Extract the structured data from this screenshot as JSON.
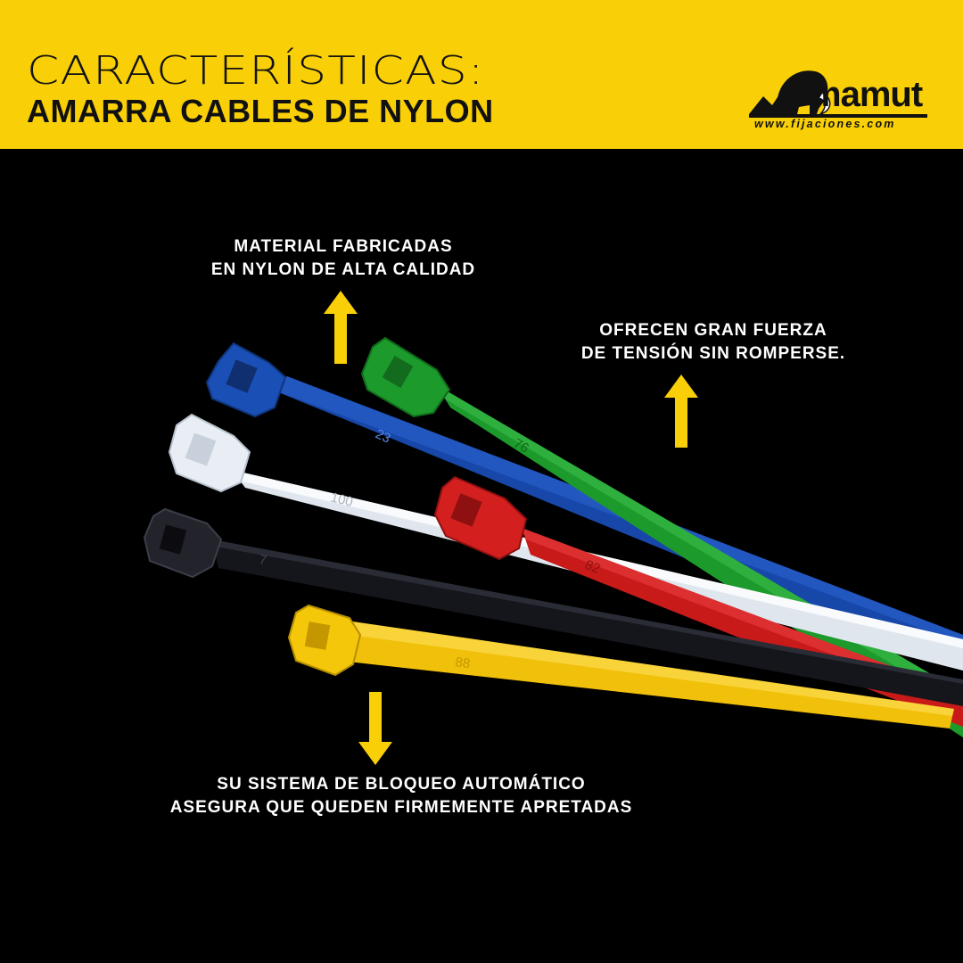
{
  "header": {
    "title_line1": "CARACTERÍSTICAS:",
    "title_line2": "AMARRA CABLES DE NYLON",
    "background_color": "#f9cf07"
  },
  "logo": {
    "brand": "mamut",
    "url": "www.fijaciones.com",
    "icon": "mammoth-icon"
  },
  "callouts": {
    "material": {
      "line1": "MATERIAL FABRICADAS",
      "line2": "EN NYLON DE ALTA CALIDAD",
      "arrow": "arrow-up-icon"
    },
    "tension": {
      "line1": "OFRECEN GRAN FUERZA",
      "line2": "DE TENSIÓN SIN ROMPERSE.",
      "arrow": "arrow-up-icon"
    },
    "lock": {
      "line1": "SU SISTEMA DE BLOQUEO AUTOMÁTICO",
      "line2": "ASEGURA QUE QUEDEN FIRMEMENTE APRETADAS",
      "arrow": "arrow-down-icon"
    }
  },
  "accent_color": "#f9cf07",
  "cable_ties": [
    {
      "color": "#1a4fb5",
      "name": "blue",
      "mark": "23"
    },
    {
      "color": "#1d9a2c",
      "name": "green",
      "mark": "76"
    },
    {
      "color": "#e8eef4",
      "name": "white",
      "mark": "100"
    },
    {
      "color": "#d41f1f",
      "name": "red",
      "mark": "82"
    },
    {
      "color": "#15161c",
      "name": "black",
      "mark": "7"
    },
    {
      "color": "#f5c70a",
      "name": "yellow",
      "mark": "88"
    }
  ]
}
